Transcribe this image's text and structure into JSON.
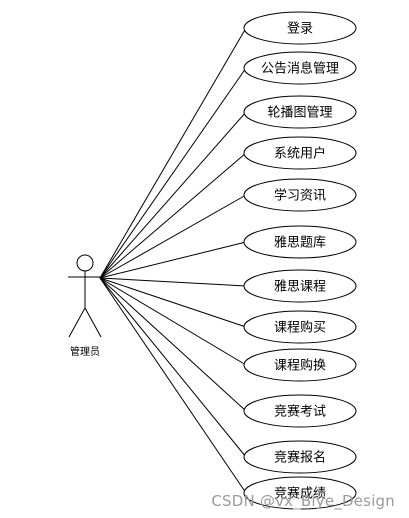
{
  "actor": {
    "label": "管理员"
  },
  "use_cases": [
    {
      "label": "登录"
    },
    {
      "label": "公告消息管理"
    },
    {
      "label": "轮播图管理"
    },
    {
      "label": "系统用户"
    },
    {
      "label": "学习资讯"
    },
    {
      "label": "雅思题库"
    },
    {
      "label": "雅思课程"
    },
    {
      "label": "课程购买"
    },
    {
      "label": "课程购换"
    },
    {
      "label": "竞赛考试"
    },
    {
      "label": "竞赛报名"
    },
    {
      "label": "竞赛成绩"
    }
  ],
  "watermark": "CSDN @vx_Biye_Design",
  "colors": {
    "stroke": "#000000",
    "background": "#ffffff",
    "watermark": "#9a9a9a"
  }
}
